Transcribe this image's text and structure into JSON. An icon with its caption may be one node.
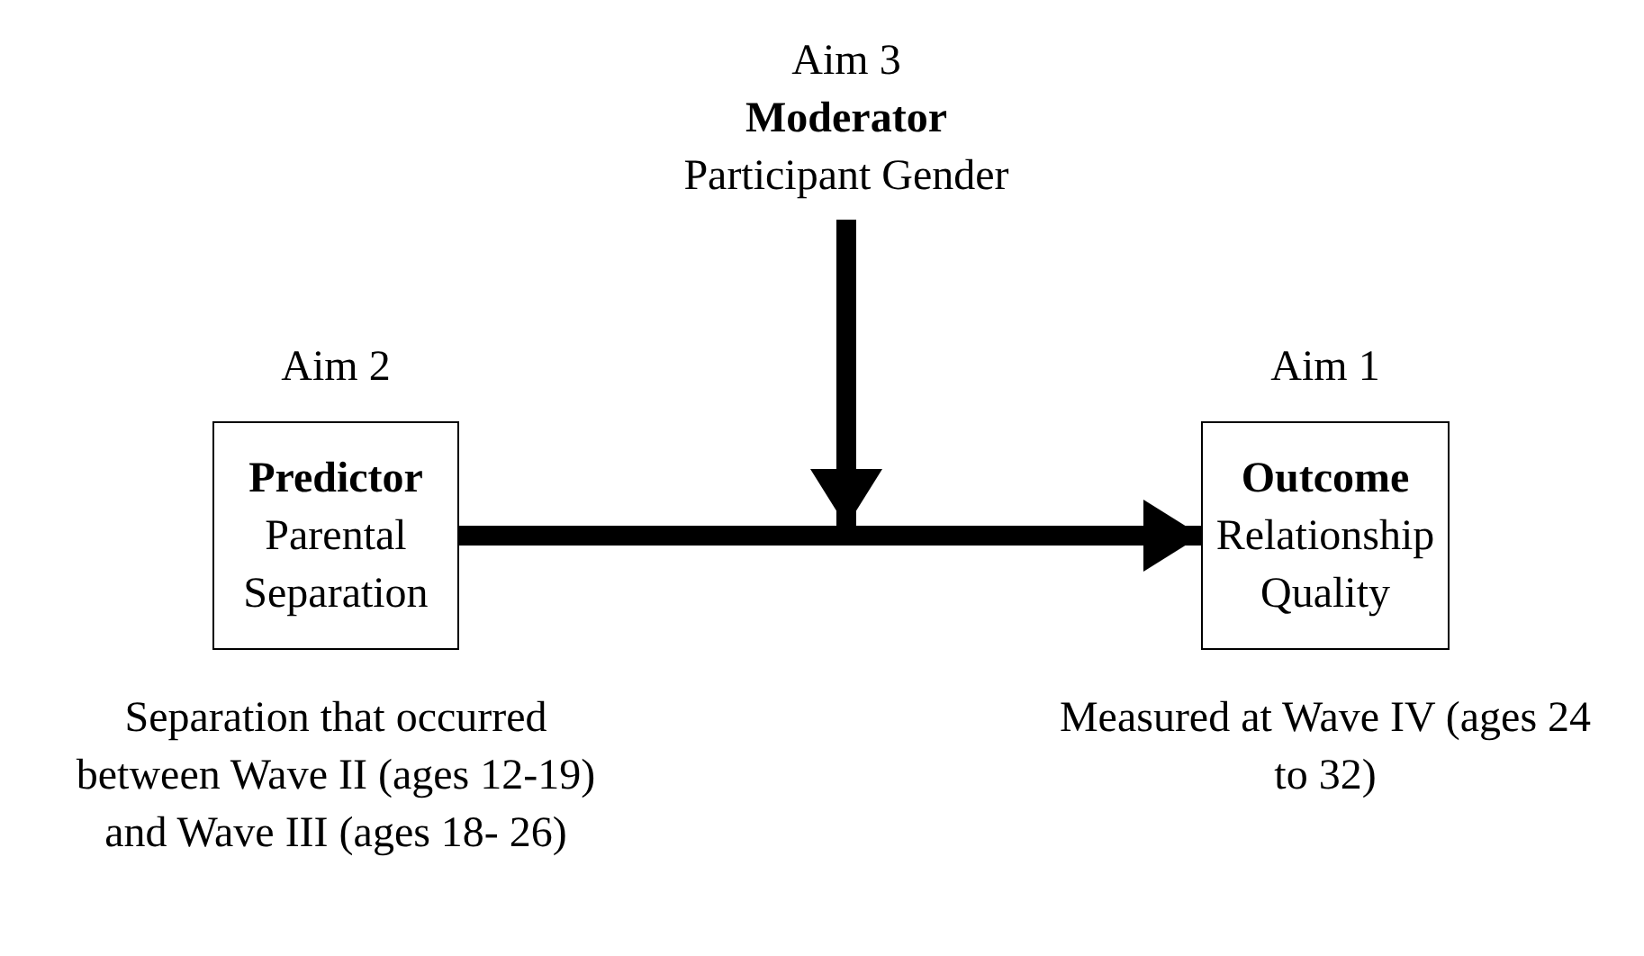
{
  "diagram": {
    "nodes": [
      {
        "text": [
          "Aim 2",
          "Predictor",
          "Parental Separation"
        ],
        "beside": [
          "Separation that occurred between Wave II (ages 12-19) and Wave III (ages 18- 26)"
        ]
      },
      {
        "text": [
          "Aim 1",
          "Outcome",
          "Relationship Quality"
        ],
        "beside": [
          "Measured at Wave IV (ages 24 to 32)"
        ]
      },
      {
        "text": [
          "Aim 3",
          "Moderator",
          "Participant Gender"
        ]
      }
    ],
    "edges": [
      {
        "from": 0,
        "to": 1,
        "arrow": "to"
      },
      {
        "from": 2,
        "to": null,
        "arrow": "to"
      }
    ]
  }
}
